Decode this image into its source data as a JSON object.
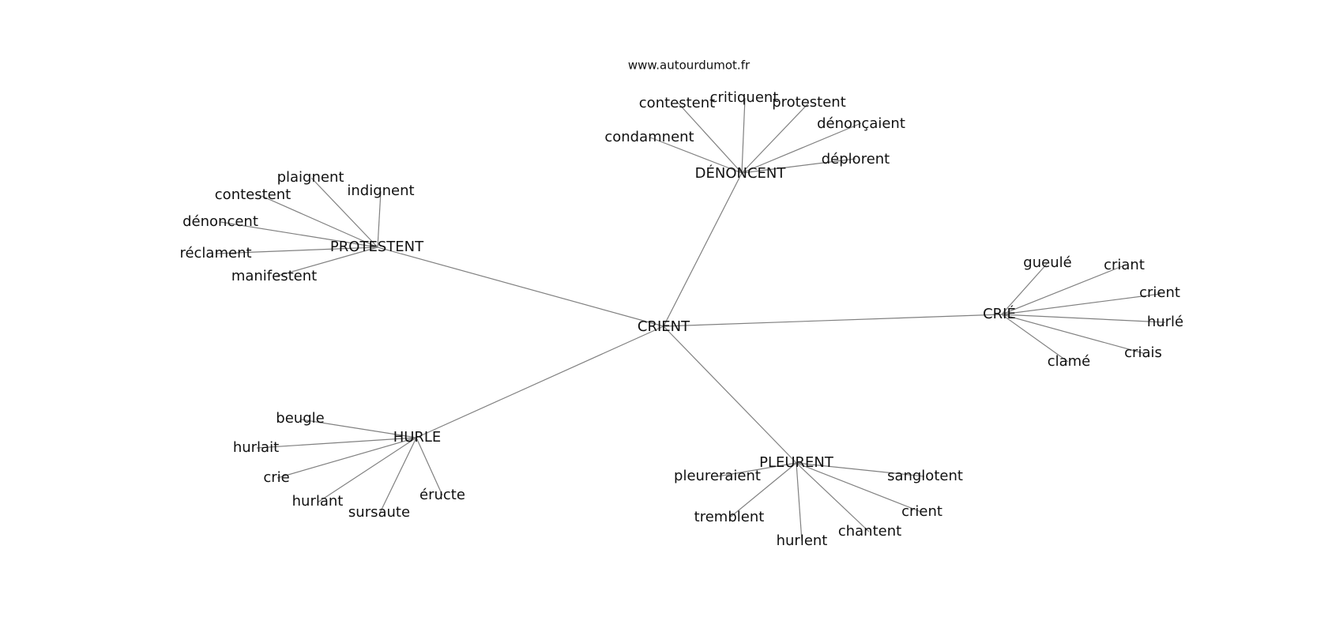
{
  "site": "www.autourdumot.fr",
  "center": "CRIENT",
  "groups": [
    {
      "hub": "DÉNONCENT",
      "leaves": [
        "contestent",
        "critiquent",
        "protestent",
        "dénonçaient",
        "déplorent",
        "condamnent"
      ]
    },
    {
      "hub": "PROTESTENT",
      "leaves": [
        "plaignent",
        "indignent",
        "contestent",
        "dénoncent",
        "réclament",
        "manifestent"
      ]
    },
    {
      "hub": "CRIÉ",
      "leaves": [
        "gueulé",
        "criant",
        "crient",
        "hurlé",
        "criais",
        "clamé"
      ]
    },
    {
      "hub": "HURLE",
      "leaves": [
        "beugle",
        "hurlait",
        "crie",
        "hurlant",
        "sursaute",
        "éructe"
      ]
    },
    {
      "hub": "PLEURENT",
      "leaves": [
        "pleureraient",
        "sanglotent",
        "tremblent",
        "crient",
        "chantent",
        "hurlent"
      ]
    }
  ],
  "colors": {
    "edge": "#808080",
    "text": "#111111",
    "background": "#ffffff"
  }
}
